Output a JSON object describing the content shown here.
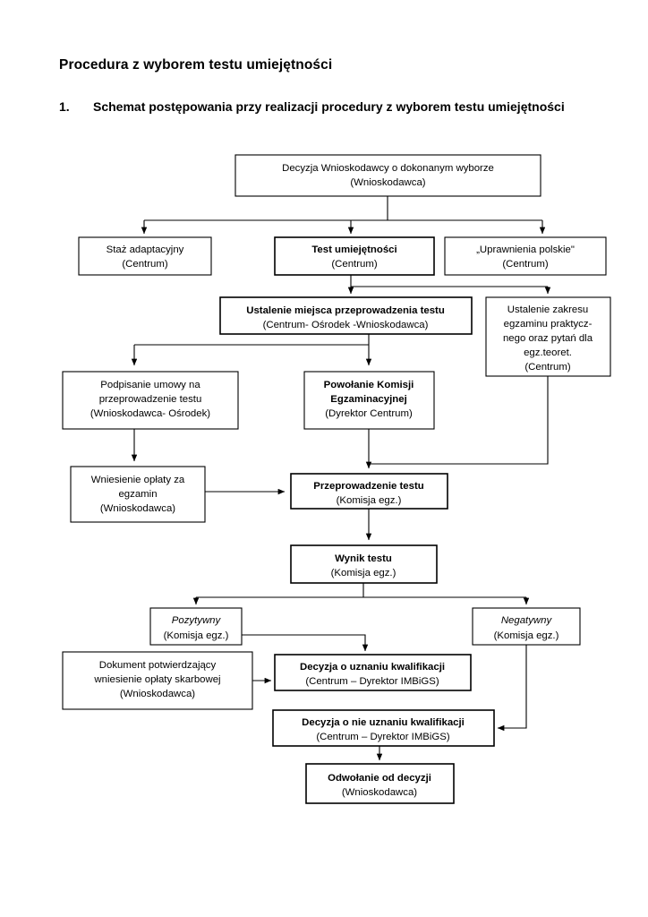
{
  "document": {
    "title": "Procedura z wyborem testu umiejętności",
    "section_number": "1.",
    "section_heading": "Schemat postępowania przy realizacji procedury z wyborem testu umiejętności"
  },
  "colors": {
    "background": "#ffffff",
    "text": "#000000",
    "box_border": "#000000",
    "box_fill": "#ffffff",
    "connector": "#000000"
  },
  "chart_data": {
    "type": "diagram",
    "title": "Schemat postępowania przy realizacji procedury z wyborem testu umiejętności",
    "nodes": [
      {
        "id": "n1",
        "main": "Decyzja Wnioskodawcy o dokonanym wyborze",
        "sub": "(Wnioskodawca)",
        "bold": false,
        "italic": false
      },
      {
        "id": "n2",
        "main": "Staż adaptacyjny",
        "sub": "(Centrum)",
        "bold": false,
        "italic": false
      },
      {
        "id": "n3",
        "main": "Test umiejętności",
        "sub": "(Centrum)",
        "bold": true,
        "italic": false
      },
      {
        "id": "n4",
        "main": "„Uprawnienia polskie\"",
        "sub": "(Centrum)",
        "bold": false,
        "italic": false
      },
      {
        "id": "n5",
        "main": "Ustalenie miejsca przeprowadzenia testu",
        "sub": "(Centrum- Ośrodek -Wnioskodawca)",
        "bold": true,
        "italic": false
      },
      {
        "id": "n6",
        "main": "Ustalenie zakresu egzaminu praktycz- nego oraz pytań dla egz.teoret.",
        "sub": "(Centrum)",
        "bold": false,
        "italic": false
      },
      {
        "id": "n7",
        "main": "Podpisanie umowy na przeprowadzenie testu",
        "sub": "(Wnioskodawca- Ośrodek)",
        "bold": false,
        "italic": false
      },
      {
        "id": "n8",
        "main": "Powołanie Komisji Egzaminacyjnej",
        "sub": "(Dyrektor Centrum)",
        "bold": true,
        "italic": false
      },
      {
        "id": "n9",
        "main": "Wniesienie opłaty za egzamin",
        "sub": "(Wnioskodawca)",
        "bold": false,
        "italic": false
      },
      {
        "id": "n10",
        "main": "Przeprowadzenie testu",
        "sub": "(Komisja egz.)",
        "bold": true,
        "italic": false
      },
      {
        "id": "n11",
        "main": "Wynik testu",
        "sub": "(Komisja egz.)",
        "bold": true,
        "italic": false
      },
      {
        "id": "n12",
        "main": "Pozytywny",
        "sub": "(Komisja egz.)",
        "bold": false,
        "italic": true
      },
      {
        "id": "n13",
        "main": "Negatywny",
        "sub": "(Komisja egz.)",
        "bold": false,
        "italic": true
      },
      {
        "id": "n14",
        "main": "Dokument potwierdzający wniesienie opłaty skarbowej",
        "sub": "(Wnioskodawca)",
        "bold": false,
        "italic": false
      },
      {
        "id": "n15",
        "main": "Decyzja o uznaniu kwalifikacji",
        "sub": "(Centrum – Dyrektor IMBiGS)",
        "bold": true,
        "italic": false
      },
      {
        "id": "n16",
        "main": "Decyzja o nie uznaniu kwalifikacji",
        "sub": "(Centrum – Dyrektor IMBiGS)",
        "bold": true,
        "italic": false
      },
      {
        "id": "n17",
        "main": "Odwołanie od decyzji",
        "sub": "(Wnioskodawca)",
        "bold": true,
        "italic": false
      }
    ],
    "edges": [
      {
        "from": "n1",
        "to": "n2"
      },
      {
        "from": "n1",
        "to": "n3"
      },
      {
        "from": "n1",
        "to": "n4"
      },
      {
        "from": "n3",
        "to": "n5"
      },
      {
        "from": "n3",
        "to": "n6"
      },
      {
        "from": "n5",
        "to": "n7"
      },
      {
        "from": "n5",
        "to": "n8"
      },
      {
        "from": "n7",
        "to": "n9"
      },
      {
        "from": "n8",
        "to": "n10"
      },
      {
        "from": "n6",
        "to": "n10"
      },
      {
        "from": "n9",
        "to": "n10"
      },
      {
        "from": "n10",
        "to": "n11"
      },
      {
        "from": "n11",
        "to": "n12"
      },
      {
        "from": "n11",
        "to": "n13"
      },
      {
        "from": "n12",
        "to": "n15"
      },
      {
        "from": "n14",
        "to": "n15"
      },
      {
        "from": "n13",
        "to": "n16"
      },
      {
        "from": "n16",
        "to": "n17"
      }
    ]
  },
  "labels": {
    "n1_l1": "Decyzja Wnioskodawcy o dokonanym wyborze",
    "n1_l2": "(Wnioskodawca)",
    "n2_l1": "Staż adaptacyjny",
    "n2_l2": "(Centrum)",
    "n3_l1": "Test umiejętności",
    "n3_l2": "(Centrum)",
    "n4_l1": "„Uprawnienia polskie\"",
    "n4_l2": "(Centrum)",
    "n5_l1": "Ustalenie miejsca przeprowadzenia testu",
    "n5_l2": "(Centrum- Ośrodek -Wnioskodawca)",
    "n6_l1": "Ustalenie zakresu",
    "n6_l2": "egzaminu praktycz-",
    "n6_l3": "nego oraz pytań dla",
    "n6_l4": "egz.teoret.",
    "n6_l5": "(Centrum)",
    "n7_l1": "Podpisanie umowy na",
    "n7_l2": "przeprowadzenie testu",
    "n7_l3": "(Wnioskodawca- Ośrodek)",
    "n8_l1": "Powołanie Komisji",
    "n8_l2": "Egzaminacyjnej",
    "n8_l3": "(Dyrektor Centrum)",
    "n9_l1": "Wniesienie opłaty za",
    "n9_l2": "egzamin",
    "n9_l3": "(Wnioskodawca)",
    "n10_l1": "Przeprowadzenie testu",
    "n10_l2": "(Komisja egz.)",
    "n11_l1": "Wynik testu",
    "n11_l2": "(Komisja egz.)",
    "n12_l1": "Pozytywny",
    "n12_l2": "(Komisja egz.)",
    "n13_l1": "Negatywny",
    "n13_l2": "(Komisja egz.)",
    "n14_l1": "Dokument potwierdzający",
    "n14_l2": "wniesienie opłaty skarbowej",
    "n14_l3": "(Wnioskodawca)",
    "n15_l1": "Decyzja o uznaniu kwalifikacji",
    "n15_l2": "(Centrum – Dyrektor IMBiGS)",
    "n16_l1": "Decyzja o nie uznaniu kwalifikacji",
    "n16_l2": "(Centrum – Dyrektor IMBiGS)",
    "n17_l1": "Odwołanie od decyzji",
    "n17_l2": "(Wnioskodawca)"
  }
}
